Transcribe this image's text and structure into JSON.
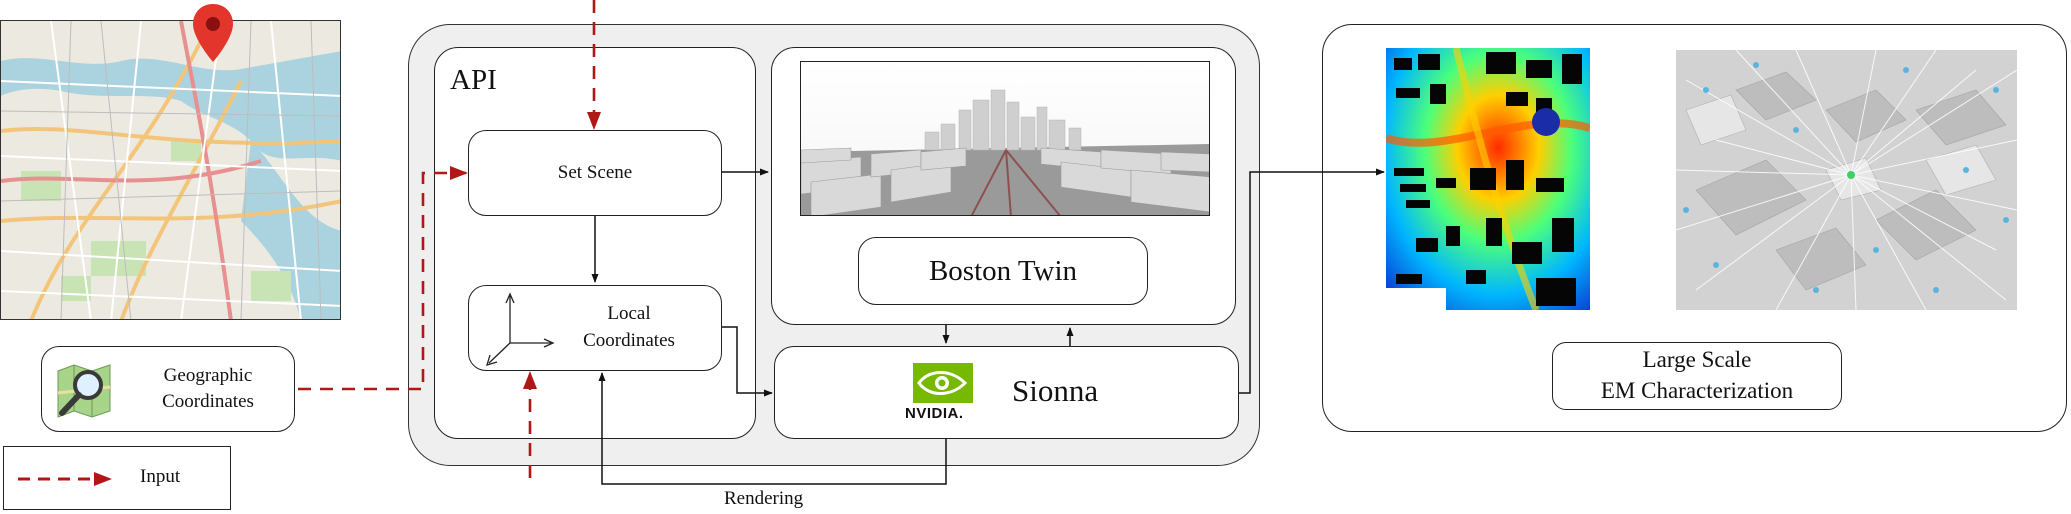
{
  "diagram": {
    "api_label": "API",
    "set_scene_label": "Set Scene",
    "local_coordinates_line1": "Local",
    "local_coordinates_line2": "Coordinates",
    "boston_twin_label": "Boston Twin",
    "sionna_label": "Sionna",
    "nvidia_label": "NVIDIA.",
    "geographic_line1": "Geographic",
    "geographic_line2": "Coordinates",
    "legend_input_label": "Input",
    "rendering_label": "Rendering",
    "em_line1": "Large Scale",
    "em_line2": "EM Characterization"
  },
  "colors": {
    "input_arrow": "#b01818",
    "outer_panel": "#efefef",
    "nvidia_green": "#76b900",
    "map_pin": "#e2352c"
  },
  "icons": [
    "map-pin-icon",
    "map-magnifier-icon",
    "axes-icon",
    "nvidia-logo-icon"
  ]
}
